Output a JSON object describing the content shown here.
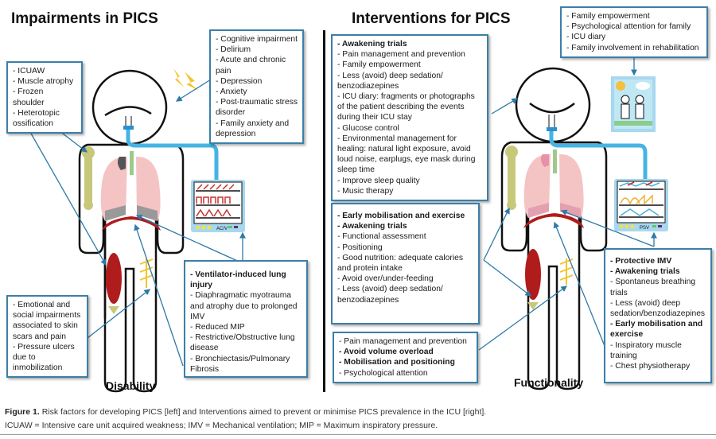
{
  "left_panel": {
    "title": "Impairments in PICS",
    "figure_label": "Disability",
    "monitor_mode": "AC/V",
    "boxes": {
      "physical": [
        "- ICUAW",
        "- Muscle atrophy",
        "- Frozen shoulder",
        "- Heterotopic ossification"
      ],
      "cognitive": [
        "- Cognitive impairment",
        "- Delirium",
        "- Acute and chronic pain",
        "- Depression",
        "- Anxiety",
        "- Post-traumatic stress disorder",
        "- Family anxiety and depression"
      ],
      "skin": [
        "- Emotional and social impairments associated to skin scars and pain",
        "- Pressure ulcers due to inmobilization"
      ],
      "respiratory": [
        "- Ventilator-induced lung injury",
        "- Diaphragmatic myotrauma and atrophy due to prolonged IMV",
        "- Reduced MIP",
        "- Restrictive/Obstructive lung disease",
        "- Bronchiectasis/Pulmonary Fibrosis"
      ]
    }
  },
  "right_panel": {
    "title": "Interventions for PICS",
    "figure_label": "Functionality",
    "monitor_mode": "PSV",
    "boxes": {
      "cognitive": [
        "- Awakening trials",
        "- Pain management and prevention",
        "- Family empowerment",
        "- Less  (avoid) deep sedation/ benzodiazepines",
        "- ICU diary: fragments or photographs of the patient describing the events during their ICU stay",
        "- Glucose control",
        "- Environmental management for healing: natural light exposure, avoid loud noise, earplugs, eye mask during sleep time",
        "- Improve sleep quality",
        "- Music therapy"
      ],
      "family": [
        "- Family empowerment",
        "- Psychological attention for family",
        "- ICU diary",
        "- Family involvement in rehabilitation"
      ],
      "physical": [
        "- Early mobilisation and exercise",
        "- Awakening trials",
        "- Functional assessment",
        "- Positioning",
        "- Good nutrition: adequate calories and protein intake",
        "- Avoid over/under-feeding",
        "- Less (avoid) deep sedation/ benzodiazepines"
      ],
      "skin": [
        "- Pain management and prevention",
        "- Avoid volume overload",
        "- Mobilisation and positioning",
        "- Psychological attention"
      ],
      "respiratory": [
        "- Protective IMV",
        "- Awakening trials",
        "- Spontaneus breathing trials",
        "- Less (avoid) deep sedation/benzodiazepines",
        "- Early mobilisation and exercise",
        "- Inspiratory muscle training",
        "- Chest physiotherapy"
      ]
    }
  },
  "caption": {
    "figure_number": "Figure 1.",
    "line1": "Risk factors for developing PICS [left] and Interventions aimed to prevent or minimise PICS prevalence in the ICU [right].",
    "line2": "ICUAW = Intensive care unit acquired weakness; IMV = Mechanical ventilation; MIP = Maximum inspiratory pressure."
  },
  "colors": {
    "box_border": "#3b7fa8",
    "tube": "#45b4e4",
    "lung": "#f4c4c4",
    "diaphragm": "#b01c1c",
    "bone": "#c8c87a",
    "scar": "#f4c430"
  }
}
